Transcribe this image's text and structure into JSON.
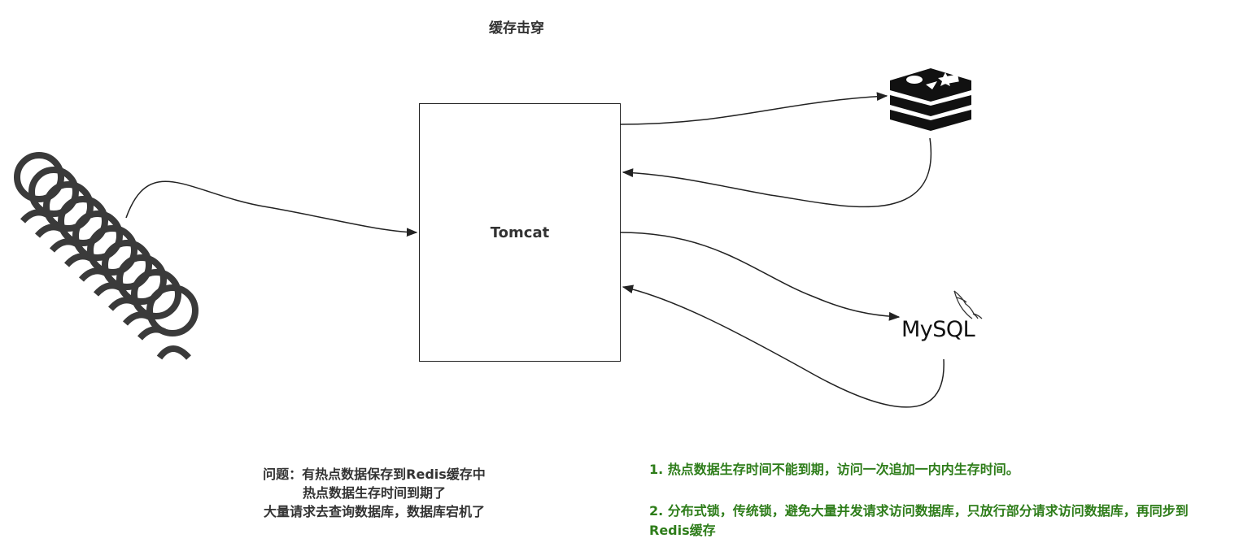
{
  "title": "缓存击穿",
  "tomcat": {
    "label": "Tomcat"
  },
  "redis": {
    "icon": "redis-logo-icon"
  },
  "mysql": {
    "label": "MySQL",
    "icon": "mysql-dolphin-icon"
  },
  "users": {
    "icon": "user-crowd-icon"
  },
  "problem": {
    "lines": [
      "问题：有热点数据保存到Redis缓存中",
      "热点数据生存时间到期了",
      "大量请求去查询数据库，数据库宕机了"
    ]
  },
  "solutions": [
    "1. 热点数据生存时间不能到期，访问一次追加一内内生存时间。",
    "2. 分布式锁，传统锁，避免大量并发请求访问数据库，只放行部分请求访问数据库，再同步到Redis缓存"
  ],
  "colors": {
    "text": "#333333",
    "solution": "#2e7d1a",
    "line": "#222222"
  }
}
